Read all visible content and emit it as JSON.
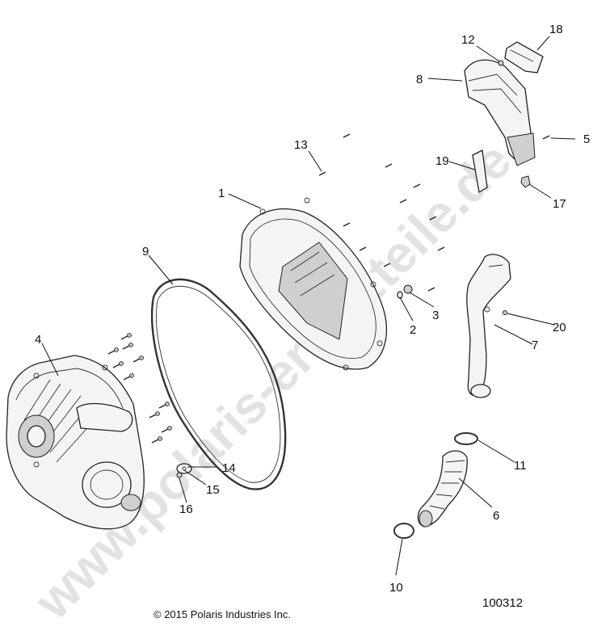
{
  "watermark": "www.polaris-ersatzteile.de",
  "copyright": "© 2015 Polaris Industries Inc.",
  "diagram_number": "100312",
  "callouts": {
    "c1": "1",
    "c2": "2",
    "c3": "3",
    "c4": "4",
    "c5": "5",
    "c6": "6",
    "c7": "7",
    "c8": "8",
    "c9": "9",
    "c10": "10",
    "c11": "11",
    "c12": "12",
    "c13": "13",
    "c14": "14",
    "c15": "15",
    "c16": "16",
    "c17": "17",
    "c18": "18",
    "c19": "19",
    "c20": "20"
  }
}
